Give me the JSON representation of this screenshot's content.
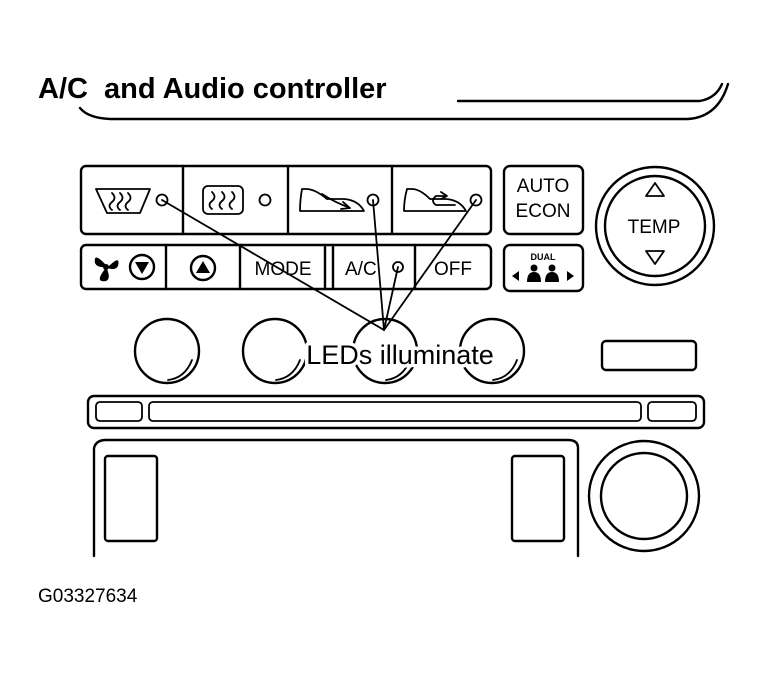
{
  "title": "A/C  and Audio controller",
  "buttons": {
    "auto": "AUTO",
    "econ": "ECON",
    "temp": "TEMP",
    "mode": "MODE",
    "ac": "A/C",
    "off": "OFF",
    "dual": "DUAL"
  },
  "callout": "LEDs illuminate",
  "figure_code": "G03327634",
  "icons": [
    "front-defroster-icon",
    "rear-defroster-icon",
    "recirculate-air-icon",
    "fresh-air-icon",
    "fan-icon",
    "fan-down-icon",
    "fan-up-icon",
    "temp-up-arrow-icon",
    "temp-down-arrow-icon",
    "dual-passengers-icon"
  ]
}
